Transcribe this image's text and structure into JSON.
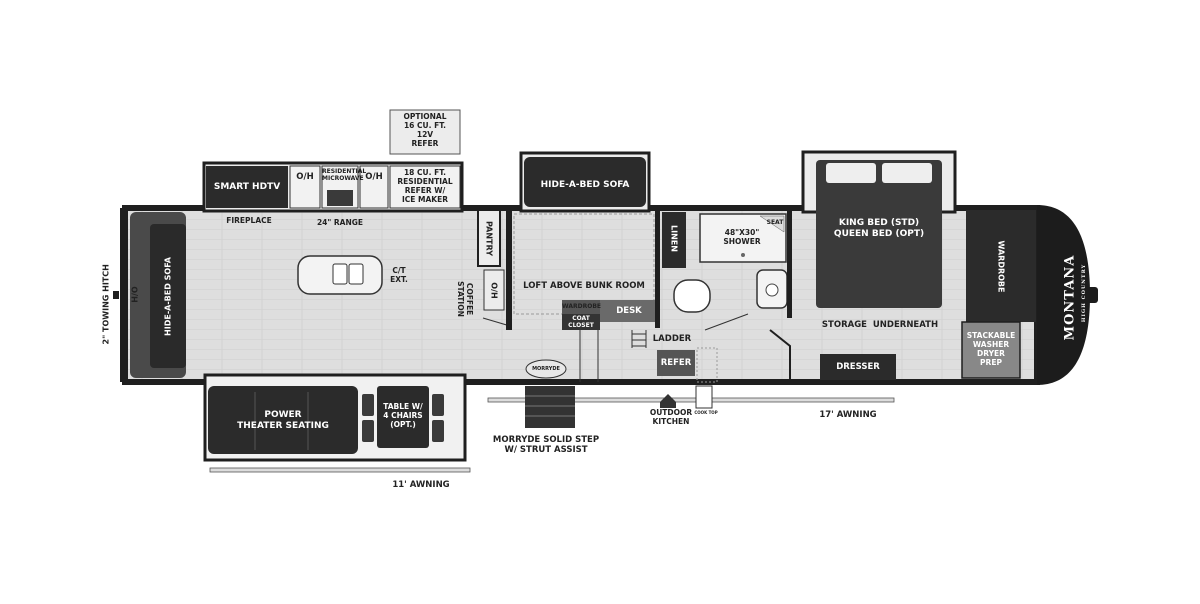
{
  "labels": {
    "optional_refer": "OPTIONAL\n16 CU. FT.\n12V\nREFER",
    "smart_hdtv": "SMART HDTV",
    "oh1": "O/H",
    "microwave": "RESIDENTIAL\nMICROWAVE",
    "oh2": "O/H",
    "residential_refer": "18 CU. FT.\nRESIDENTIAL\nREFER W/\nICE MAKER",
    "fireplace": "FIREPLACE",
    "range": "24\" RANGE",
    "ct_ext": "C/T\nEXT.",
    "towing_hitch": "2\" TOWING HITCH",
    "ho": "H/O",
    "hide_a_bed_left": "HIDE-A-BED SOFA",
    "pantry": "PANTRY",
    "coffee_station": "COFFEE\nSTATION",
    "oh3": "O/H",
    "hide_a_bed_slide": "HIDE-A-BED SOFA",
    "loft": "LOFT ABOVE BUNK ROOM",
    "wardrobe_small": "WARDROBE",
    "desk": "DESK",
    "coat_closet": "COAT\nCLOSET",
    "linen": "LINEN",
    "shower": "48\"X30\"\nSHOWER",
    "seat": "SEAT",
    "ladder": "LADDER",
    "refer_outdoor": "REFER",
    "king_bed": "KING BED (STD)\nQUEEN BED (OPT)",
    "storage_underneath": "STORAGE  UNDERNEATH",
    "wardrobe_front": "WARDROBE",
    "stackable": "STACKABLE\nWASHER\nDRYER\nPREP",
    "dresser": "DRESSER",
    "power_theater": "POWER\nTHEATER SEATING",
    "table": "TABLE W/\n4 CHAIRS\n(OPT.)",
    "morryde_step": "MORRYDE SOLID STEP\nW/ STRUT ASSIST",
    "outdoor_kitchen": "OUTDOOR\nKITCHEN",
    "awning_17": "17' AWNING",
    "awning_11": "11' AWNING",
    "cook_top": "COOK TOP"
  },
  "logo": {
    "brand": "MONTANA",
    "sub": "HIGH COUNTRY",
    "badge": "MORRYDE"
  },
  "colors": {
    "wall": "#1f1f1f",
    "dark_fixture": "#2b2b2b",
    "floor": "#dcdcdc",
    "floor_light": "#ebebeb",
    "bed": "#3a3a3a"
  }
}
